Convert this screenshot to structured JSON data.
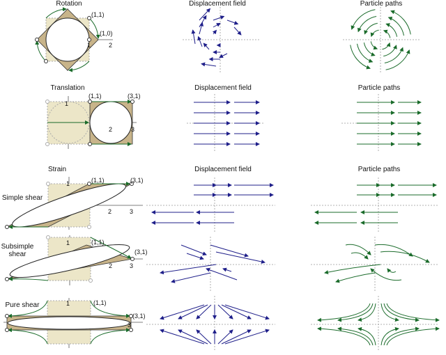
{
  "columns": {
    "displacement": "Displacement field",
    "paths": "Particle paths"
  },
  "rows": [
    {
      "title": "Rotation",
      "points": [
        "(1,1)",
        "(1,0)"
      ],
      "ticks": [
        "1",
        "2"
      ]
    },
    {
      "title": "Translation",
      "points": [
        "(1,1)",
        "(3,1)"
      ],
      "ticks": [
        "1",
        "2",
        "3"
      ]
    },
    {
      "title": "Strain",
      "points": [
        "(1,1)",
        "(3,1)"
      ],
      "ticks": [
        "1",
        "2",
        "3"
      ]
    },
    {
      "title": "",
      "points": [
        "(1,1)",
        "(3,1)"
      ],
      "ticks": [
        "1",
        "2",
        "3"
      ]
    },
    {
      "title": "",
      "points": [
        "(1,1)",
        "(3,1)"
      ],
      "ticks": [
        "1",
        "3"
      ]
    }
  ],
  "labels": {
    "simple_shear": "Simple shear",
    "subsimple_shear_1": "Subsimple",
    "subsimple_shear_2": "shear",
    "pure_shear": "Pure shear"
  },
  "colors": {
    "displacement_arrow": "#1f1f8a",
    "path_arrow": "#1a6b2a",
    "deformed_fill": "#c8b48a",
    "original_fill": "#ece6c8",
    "axis": "#555555"
  }
}
